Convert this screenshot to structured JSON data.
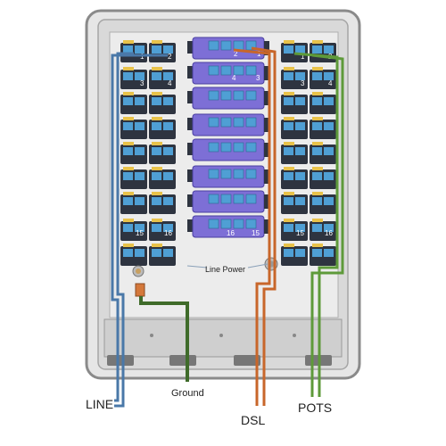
{
  "labels": {
    "line": "LINE",
    "ground": "Ground",
    "dsl": "DSL",
    "pots": "POTS",
    "line_power": "Line Power"
  },
  "left_block_numbers": [
    "1",
    "2",
    "3",
    "4",
    "15",
    "16"
  ],
  "middle_block_numbers": [
    "2",
    "1",
    "4",
    "3",
    "16",
    "15"
  ],
  "right_block_numbers": [
    "1",
    "2",
    "3",
    "4",
    "15",
    "16"
  ],
  "colors": {
    "line_wire": "#4a78a8",
    "ground_wire": "#3f6b2a",
    "dsl_wire": "#c8662a",
    "pots_wire": "#5e9a3a",
    "module_dark": "#2e3440",
    "module_purple": "#7d6fd6",
    "connector_blue": "#4f9fd4",
    "label_yellow": "#e8c24a"
  }
}
